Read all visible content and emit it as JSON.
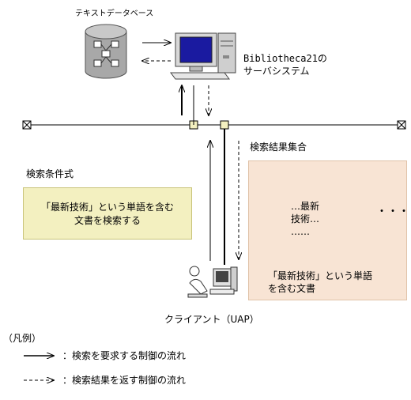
{
  "database": {
    "label": "テキストデータベース"
  },
  "server": {
    "line1": "Bibliotheca21の",
    "line2": "サーバシステム"
  },
  "condition": {
    "heading": "検索条件式",
    "line1": "「最新技術」という単語を含む",
    "line2": "文書を検索する"
  },
  "result": {
    "heading": "検索結果集合",
    "doc_line1": "…最新",
    "doc_line2": "技術…",
    "doc_line3": "……",
    "more": "・・・",
    "caption_line1": "「最新技術」という単語",
    "caption_line2": "を含む文書"
  },
  "client": {
    "label": "クライアント（UAP）"
  },
  "legend": {
    "title": "（凡例）",
    "solid": "：検索を要求する制御の流れ",
    "dashed": "：検索結果を返す制御の流れ"
  },
  "colors": {
    "condition_fill": "#f3f0c0",
    "result_fill": "#f8e4d4",
    "node_fill": "#f3f0c0",
    "monitor_screen": "#1a1aa0"
  }
}
